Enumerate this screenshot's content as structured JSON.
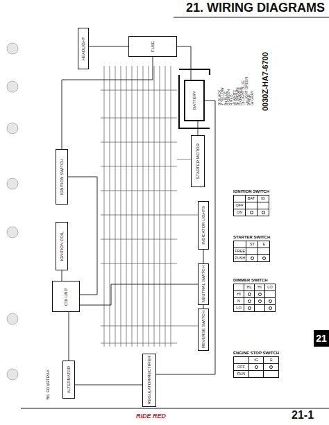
{
  "diagram": {
    "title": "21. WIRING DIAGRAMS",
    "nodes": [
      {
        "text": [
          "HEADLIGHT"
        ]
      },
      {
        "text": [
          "FUSE"
        ]
      },
      {
        "text": [
          "BATTERY"
        ]
      },
      {
        "text": [
          "STARTER MOTOR"
        ]
      },
      {
        "text": [
          "IGNITION SWITCH"
        ]
      },
      {
        "text": [
          "IGNITION COIL"
        ]
      },
      {
        "text": [
          "CDI UNIT"
        ]
      },
      {
        "text": [
          "REGULATOR/RECTIFIER"
        ]
      },
      {
        "text": [
          "ALTERNATOR"
        ]
      },
      {
        "text": [
          "NEUTRAL SWITCH"
        ]
      },
      {
        "text": [
          "REVERSE SWITCH"
        ]
      },
      {
        "text": [
          "INDICATOR LIGHTS"
        ]
      },
      {
        "text": [
          "IGNITION SWITCH"
        ]
      },
      {
        "text": [
          "STARTER SWITCH"
        ]
      },
      {
        "text": [
          "DIMMER SWITCH"
        ]
      },
      {
        "text": [
          "ENGINE STOP SWITCH"
        ]
      }
    ],
    "edges": [
      {
        "from": 2,
        "to": 3,
        "arrow": "none"
      },
      {
        "from": 1,
        "to": 0,
        "arrow": "none"
      },
      {
        "from": 2,
        "to": 1,
        "arrow": "none"
      },
      {
        "from": 7,
        "to": 2,
        "arrow": "none"
      },
      {
        "from": 8,
        "to": 7,
        "arrow": "none"
      },
      {
        "from": 8,
        "to": 6,
        "arrow": "none"
      },
      {
        "from": 6,
        "to": 5,
        "arrow": "none"
      },
      {
        "from": 4,
        "to": 6,
        "arrow": "none"
      },
      {
        "from": 11,
        "to": 9,
        "arrow": "none"
      },
      {
        "from": 9,
        "to": 6,
        "arrow": "none"
      },
      {
        "from": 10,
        "to": 9,
        "arrow": "none"
      },
      {
        "from": 4,
        "to": 1,
        "arrow": "none"
      }
    ],
    "labels": [
      "0030Z-HA7-6700",
      "'86: FOURTRAX",
      "21",
      "21-1",
      "RIDE RED",
      "Bl BLACK",
      "Y YELLOW",
      "Bu BLUE",
      "G GREEN",
      "R RED",
      "W WHITE",
      "Br BROWN",
      "O ORANGE",
      "Lb LIGHT BLUE",
      "Lg LIGHT GREEN",
      "P PINK",
      "Gr GRAY",
      "BAT",
      "IG",
      "OFF",
      "ON",
      "ST",
      "E",
      "FREE",
      "PUSH",
      "HL",
      "HI",
      "LO",
      "HI",
      "N",
      "LO",
      "IG",
      "E",
      "OFF",
      "RUN"
    ]
  }
}
